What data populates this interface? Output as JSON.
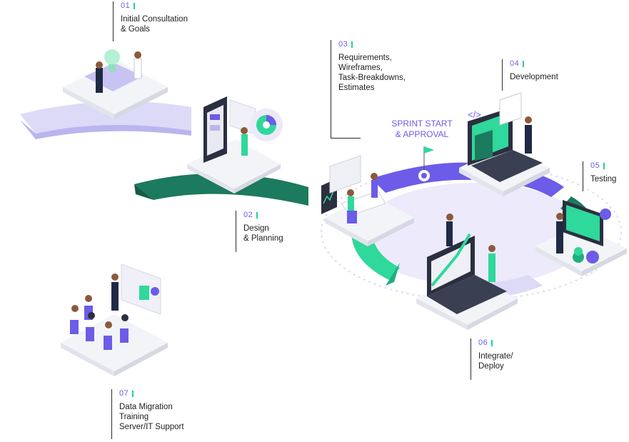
{
  "colors": {
    "purple": "#6c5ce7",
    "lavender": "#dcdaf7",
    "dark_green": "#1c7a5e",
    "bright_green": "#2fd89b",
    "navy": "#1f2a44",
    "tick": "#1fd19a"
  },
  "sprint": {
    "line1": "SPRINT START",
    "line2": "& APPROVAL"
  },
  "steps": [
    {
      "num": "01",
      "lines": [
        "Initial Consultation",
        "&  Goals"
      ]
    },
    {
      "num": "02",
      "lines": [
        "Design",
        "& Planning"
      ]
    },
    {
      "num": "03",
      "lines": [
        "Requirements,",
        "Wireframes,",
        "Task-Breakdowns,",
        "Estimates"
      ]
    },
    {
      "num": "04",
      "lines": [
        "Development"
      ]
    },
    {
      "num": "05",
      "lines": [
        "Testing"
      ]
    },
    {
      "num": "06",
      "lines": [
        "Integrate/",
        "Deploy"
      ]
    },
    {
      "num": "07",
      "lines": [
        "Data Migration",
        "Training",
        "Server/IT Support"
      ]
    }
  ]
}
